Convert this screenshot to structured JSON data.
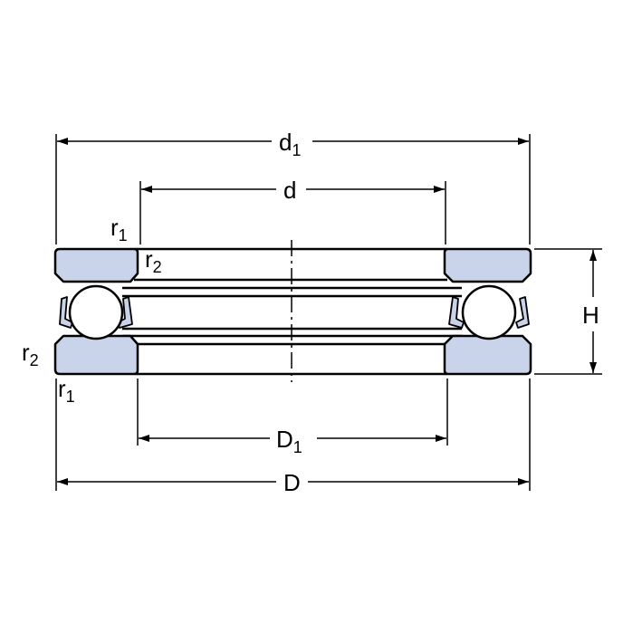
{
  "title": "Thrust ball bearing dimension drawing",
  "colors": {
    "fill": "#c9d3ea",
    "stroke": "#000000",
    "cage": "#c9d3ea"
  },
  "labels": {
    "d1": {
      "main": "d",
      "sub": "1"
    },
    "d": {
      "main": "d"
    },
    "D1": {
      "main": "D",
      "sub": "1"
    },
    "D": {
      "main": "D"
    },
    "H": {
      "main": "H"
    },
    "r1_top": {
      "main": "r",
      "sub": "1"
    },
    "r2_top": {
      "main": "r",
      "sub": "2"
    },
    "r2_bottom": {
      "main": "r",
      "sub": "2"
    },
    "r1_bottom": {
      "main": "r",
      "sub": "1"
    }
  }
}
